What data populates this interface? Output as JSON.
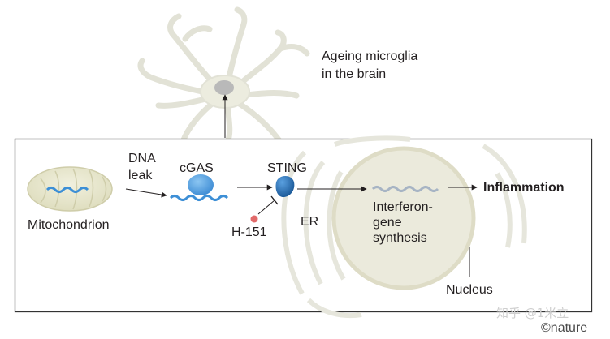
{
  "labels": {
    "microglia": [
      "Ageing microglia",
      "in the brain"
    ],
    "dna_leak": [
      "DNA",
      "leak"
    ],
    "cgas": "cGAS",
    "sting": "STING",
    "mitochondrion": "Mitochondrion",
    "h151": "H-151",
    "er": "ER",
    "interferon": [
      "Interferon-",
      "gene",
      "synthesis"
    ],
    "inflammation": "Inflammation",
    "nucleus": "Nucleus"
  },
  "credit": "©nature",
  "watermark": "知乎 @1米立",
  "colors": {
    "dna": "#3d8fd6",
    "cgas": "#4f9fe0",
    "sting": "#2e73b8",
    "inhibitor": "#e26a6a",
    "cell_fill": "#eeeee3",
    "mito_fill": "#e8e7cf",
    "nucleus_fill": "#ecebde",
    "box_border": "#333333"
  }
}
